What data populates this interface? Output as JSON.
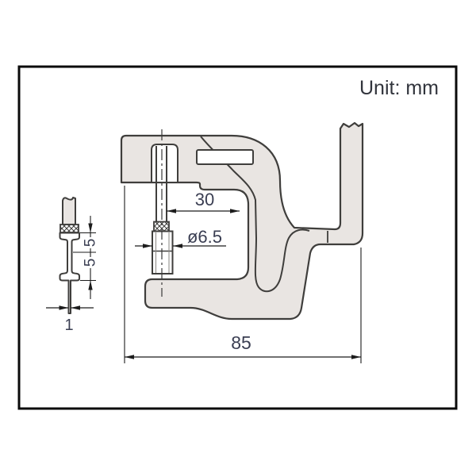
{
  "figure": {
    "unit_label": "Unit: mm",
    "dims": {
      "throat_depth": "30",
      "anvil_diameter": "ø6.5",
      "frame_depth": "85",
      "contact_upper": "5",
      "contact_lower": "5",
      "contact_tip_width": "1"
    },
    "colors": {
      "background": "#ffffff",
      "body_fill": "#e9e5e2",
      "outline": "#3f3e3c",
      "dimension_lines": "#1c1c1c",
      "dimension_text": "#3a3e52",
      "unit_text": "#31343c",
      "border": "#0a0a0a"
    }
  }
}
